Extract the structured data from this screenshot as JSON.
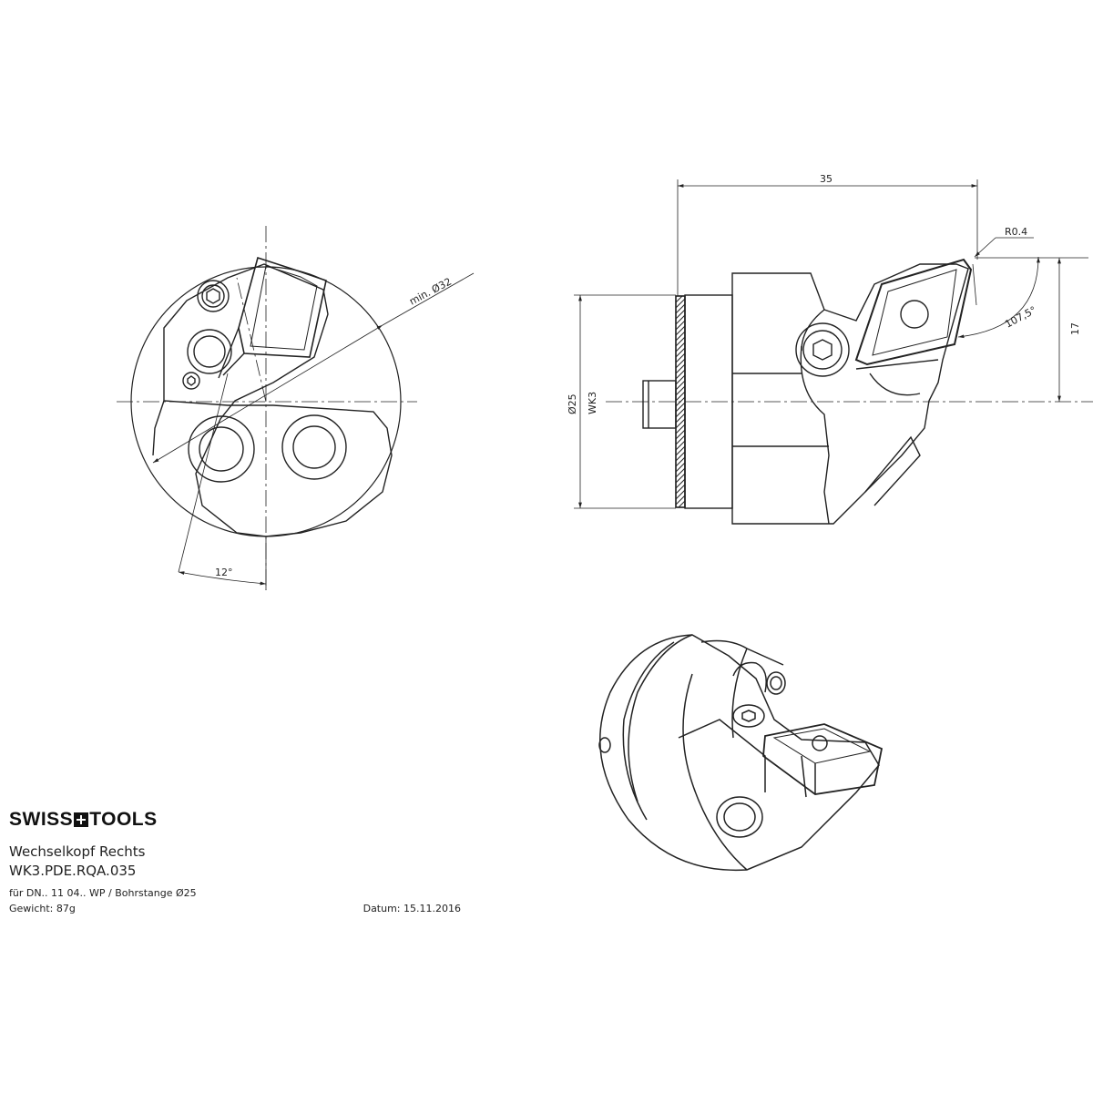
{
  "brand": {
    "left": "SWISS",
    "right": "TOOLS"
  },
  "title_block": {
    "name": "Wechselkopf Rechts",
    "code": "WK3.PDE.RQA.035",
    "for_line": "für DN.. 11 04.. WP / Bohrstange   Ø25",
    "weight": "Gewicht: 87g",
    "date": "Datum: 15.11.2016"
  },
  "dimensions": {
    "length": "35",
    "radius": "R0.4",
    "height": "17",
    "angle_insert": "107,5°",
    "diameter": "Ø25",
    "coupling": "WK3",
    "min_bore": "min. Ø32",
    "angle_front": "12°"
  }
}
